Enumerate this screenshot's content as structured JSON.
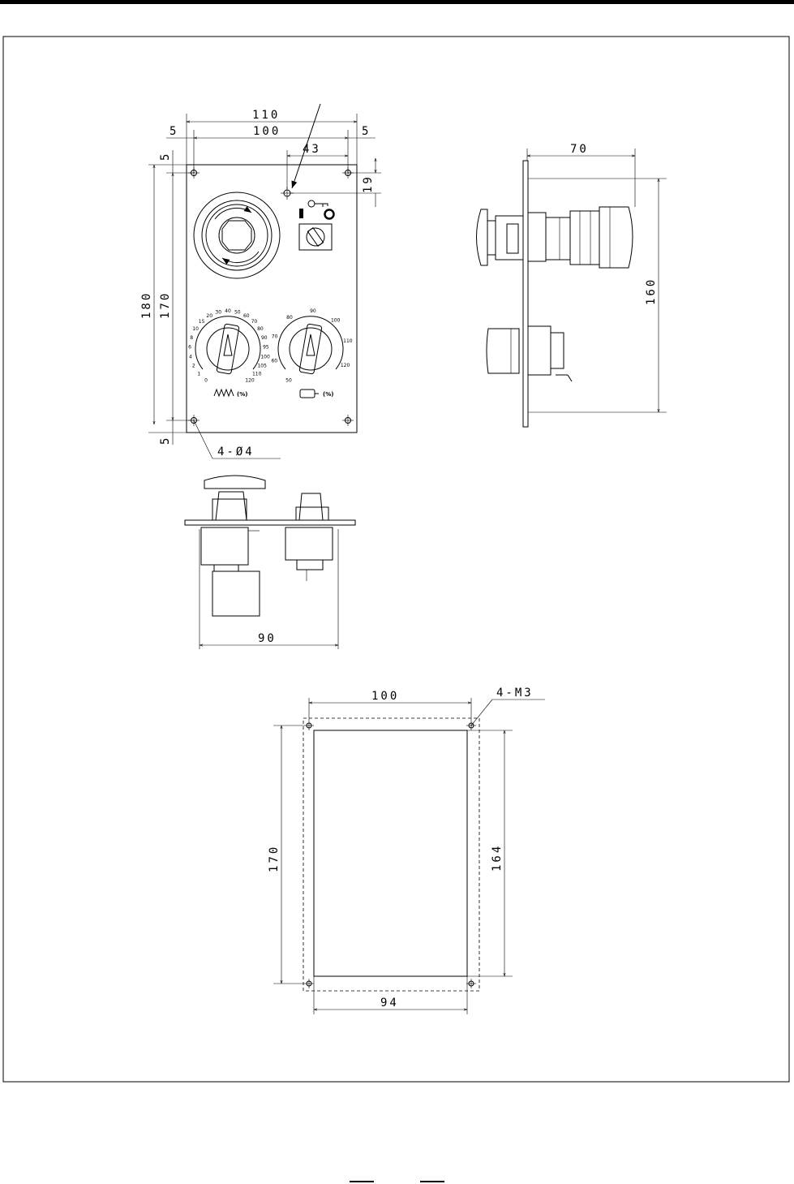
{
  "front_view": {
    "dims": {
      "width_overall": "110",
      "hole_pitch_x": "100",
      "edge_left": "5",
      "edge_right": "5",
      "key_offset_x": "43",
      "key_offset_y": "19",
      "height_overall": "180",
      "hole_pitch_y": "170",
      "edge_top": "5",
      "edge_bottom": "5",
      "mount_holes": "4-Ø4"
    },
    "feed_dial": {
      "ticks": [
        "0",
        "1",
        "2",
        "4",
        "6",
        "8",
        "10",
        "15",
        "20",
        "30",
        "40",
        "50",
        "60",
        "70",
        "80",
        "90",
        "95",
        "100",
        "105",
        "110",
        "120"
      ],
      "unit": "(%)"
    },
    "spindle_dial": {
      "ticks": [
        "50",
        "60",
        "70",
        "80",
        "90",
        "100",
        "110",
        "120"
      ],
      "unit": "(%)"
    }
  },
  "side_view": {
    "dims": {
      "depth": "70",
      "height": "160"
    }
  },
  "bottom_view": {
    "dims": {
      "width": "90"
    }
  },
  "panel_cutout": {
    "dims": {
      "hole_pitch_x": "100",
      "screws": "4-M3",
      "hole_pitch_y": "170",
      "cutout_height": "164",
      "cutout_width": "94"
    }
  }
}
